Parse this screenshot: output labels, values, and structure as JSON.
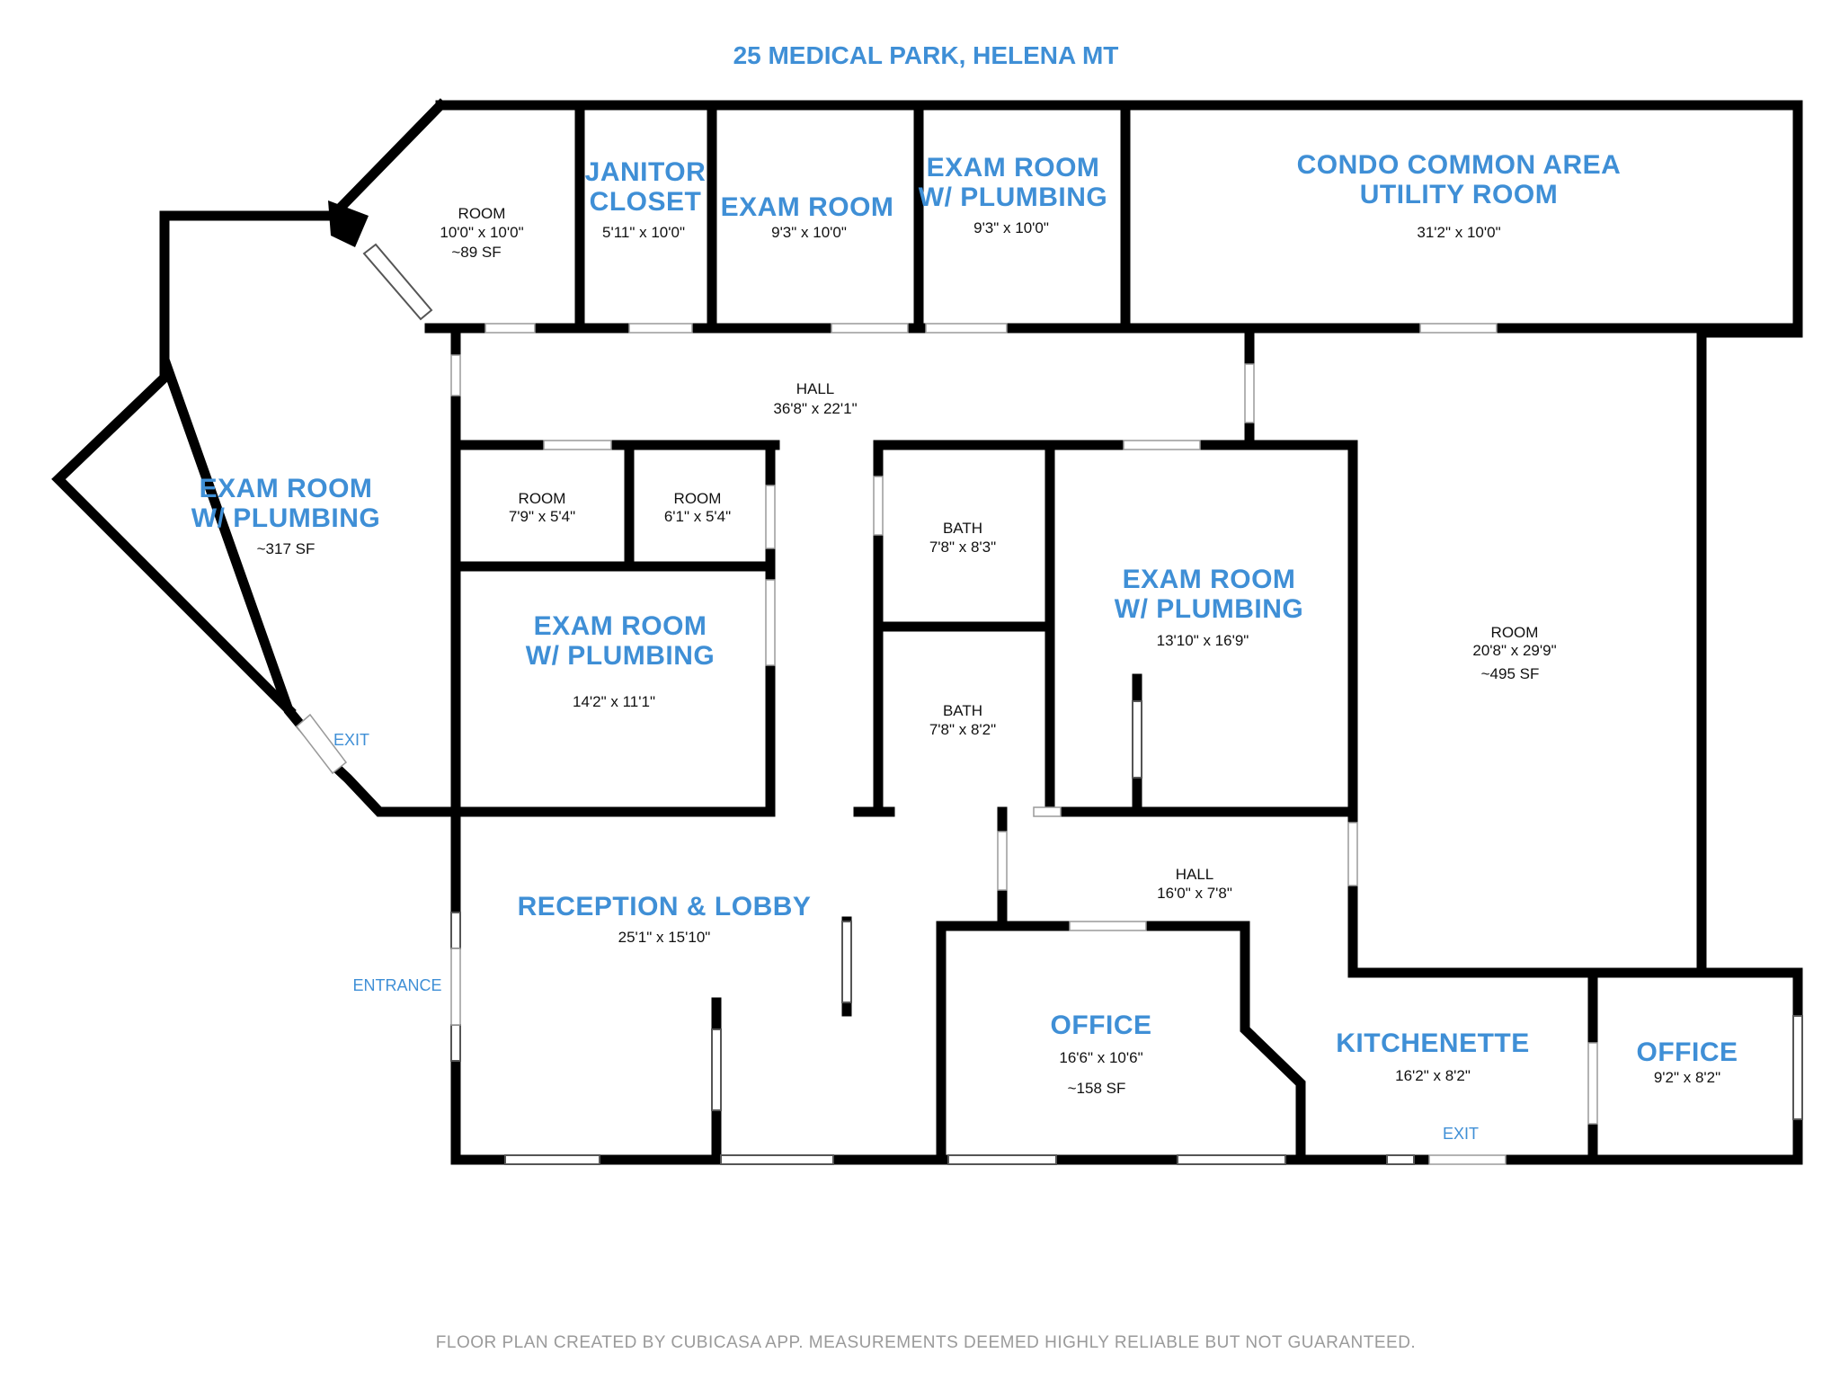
{
  "title": "25 MEDICAL PARK, HELENA MT",
  "footer": "FLOOR PLAN CREATED BY CUBICASA APP. MEASUREMENTS DEEMED HIGHLY RELIABLE BUT NOT GUARANTEED.",
  "colors": {
    "accent": "#3f8fd6",
    "wall": "#000000",
    "footer": "#9a9a9a"
  },
  "rooms": {
    "room_nw": {
      "name": "ROOM",
      "dims": "10'0\" x 10'0\"",
      "area": "~89 SF"
    },
    "janitor": {
      "name_line1": "JANITOR",
      "name_line2": "CLOSET",
      "dims": "5'11\" x 10'0\""
    },
    "exam_top": {
      "name": "EXAM ROOM",
      "dims": "9'3\" x 10'0\""
    },
    "exam_plumb_top": {
      "name_line1": "EXAM ROOM",
      "name_line2": "W/ PLUMBING",
      "dims": "9'3\" x 10'0\""
    },
    "condo": {
      "name_line1": "CONDO COMMON AREA",
      "name_line2": "UTILITY ROOM",
      "dims": "31'2\" x 10'0\""
    },
    "hall_main": {
      "name": "HALL",
      "dims": "36'8\" x 22'1\""
    },
    "exam_west": {
      "name_line1": "EXAM ROOM",
      "name_line2": "W/ PLUMBING",
      "area": "~317 SF"
    },
    "room_small_a": {
      "name": "ROOM",
      "dims": "7'9\" x 5'4\""
    },
    "room_small_b": {
      "name": "ROOM",
      "dims": "6'1\" x 5'4\""
    },
    "exam_mid": {
      "name_line1": "EXAM ROOM",
      "name_line2": "W/ PLUMBING",
      "dims": "14'2\" x 11'1\""
    },
    "bath_a": {
      "name": "BATH",
      "dims": "7'8\" x 8'3\""
    },
    "bath_b": {
      "name": "BATH",
      "dims": "7'8\" x 8'2\""
    },
    "exam_center": {
      "name_line1": "EXAM ROOM",
      "name_line2": "W/ PLUMBING",
      "dims": "13'10\" x 16'9\""
    },
    "room_east": {
      "name": "ROOM",
      "dims": "20'8\" x 29'9\"",
      "area": "~495 SF"
    },
    "reception": {
      "name": "RECEPTION & LOBBY",
      "dims": "25'1\" x 15'10\""
    },
    "hall_small": {
      "name": "HALL",
      "dims": "16'0\" x 7'8\""
    },
    "office_a": {
      "name": "OFFICE",
      "dims": "16'6\" x 10'6\"",
      "area": "~158 SF"
    },
    "kitchenette": {
      "name": "KITCHENETTE",
      "dims": "16'2\" x 8'2\""
    },
    "office_b": {
      "name": "OFFICE",
      "dims": "9'2\" x 8'2\""
    }
  },
  "labels": {
    "exit_west": "EXIT",
    "entrance": "ENTRANCE",
    "exit_south": "EXIT"
  }
}
